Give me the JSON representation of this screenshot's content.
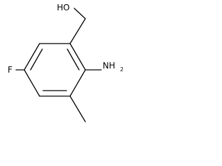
{
  "molecule": {
    "atoms": {
      "hydroxyl": "HO",
      "fluorine": "F",
      "amine": "NH",
      "amine_subscript": "2"
    },
    "colors": {
      "bond": "#000000",
      "text": "#000000",
      "background": "#ffffff"
    }
  }
}
